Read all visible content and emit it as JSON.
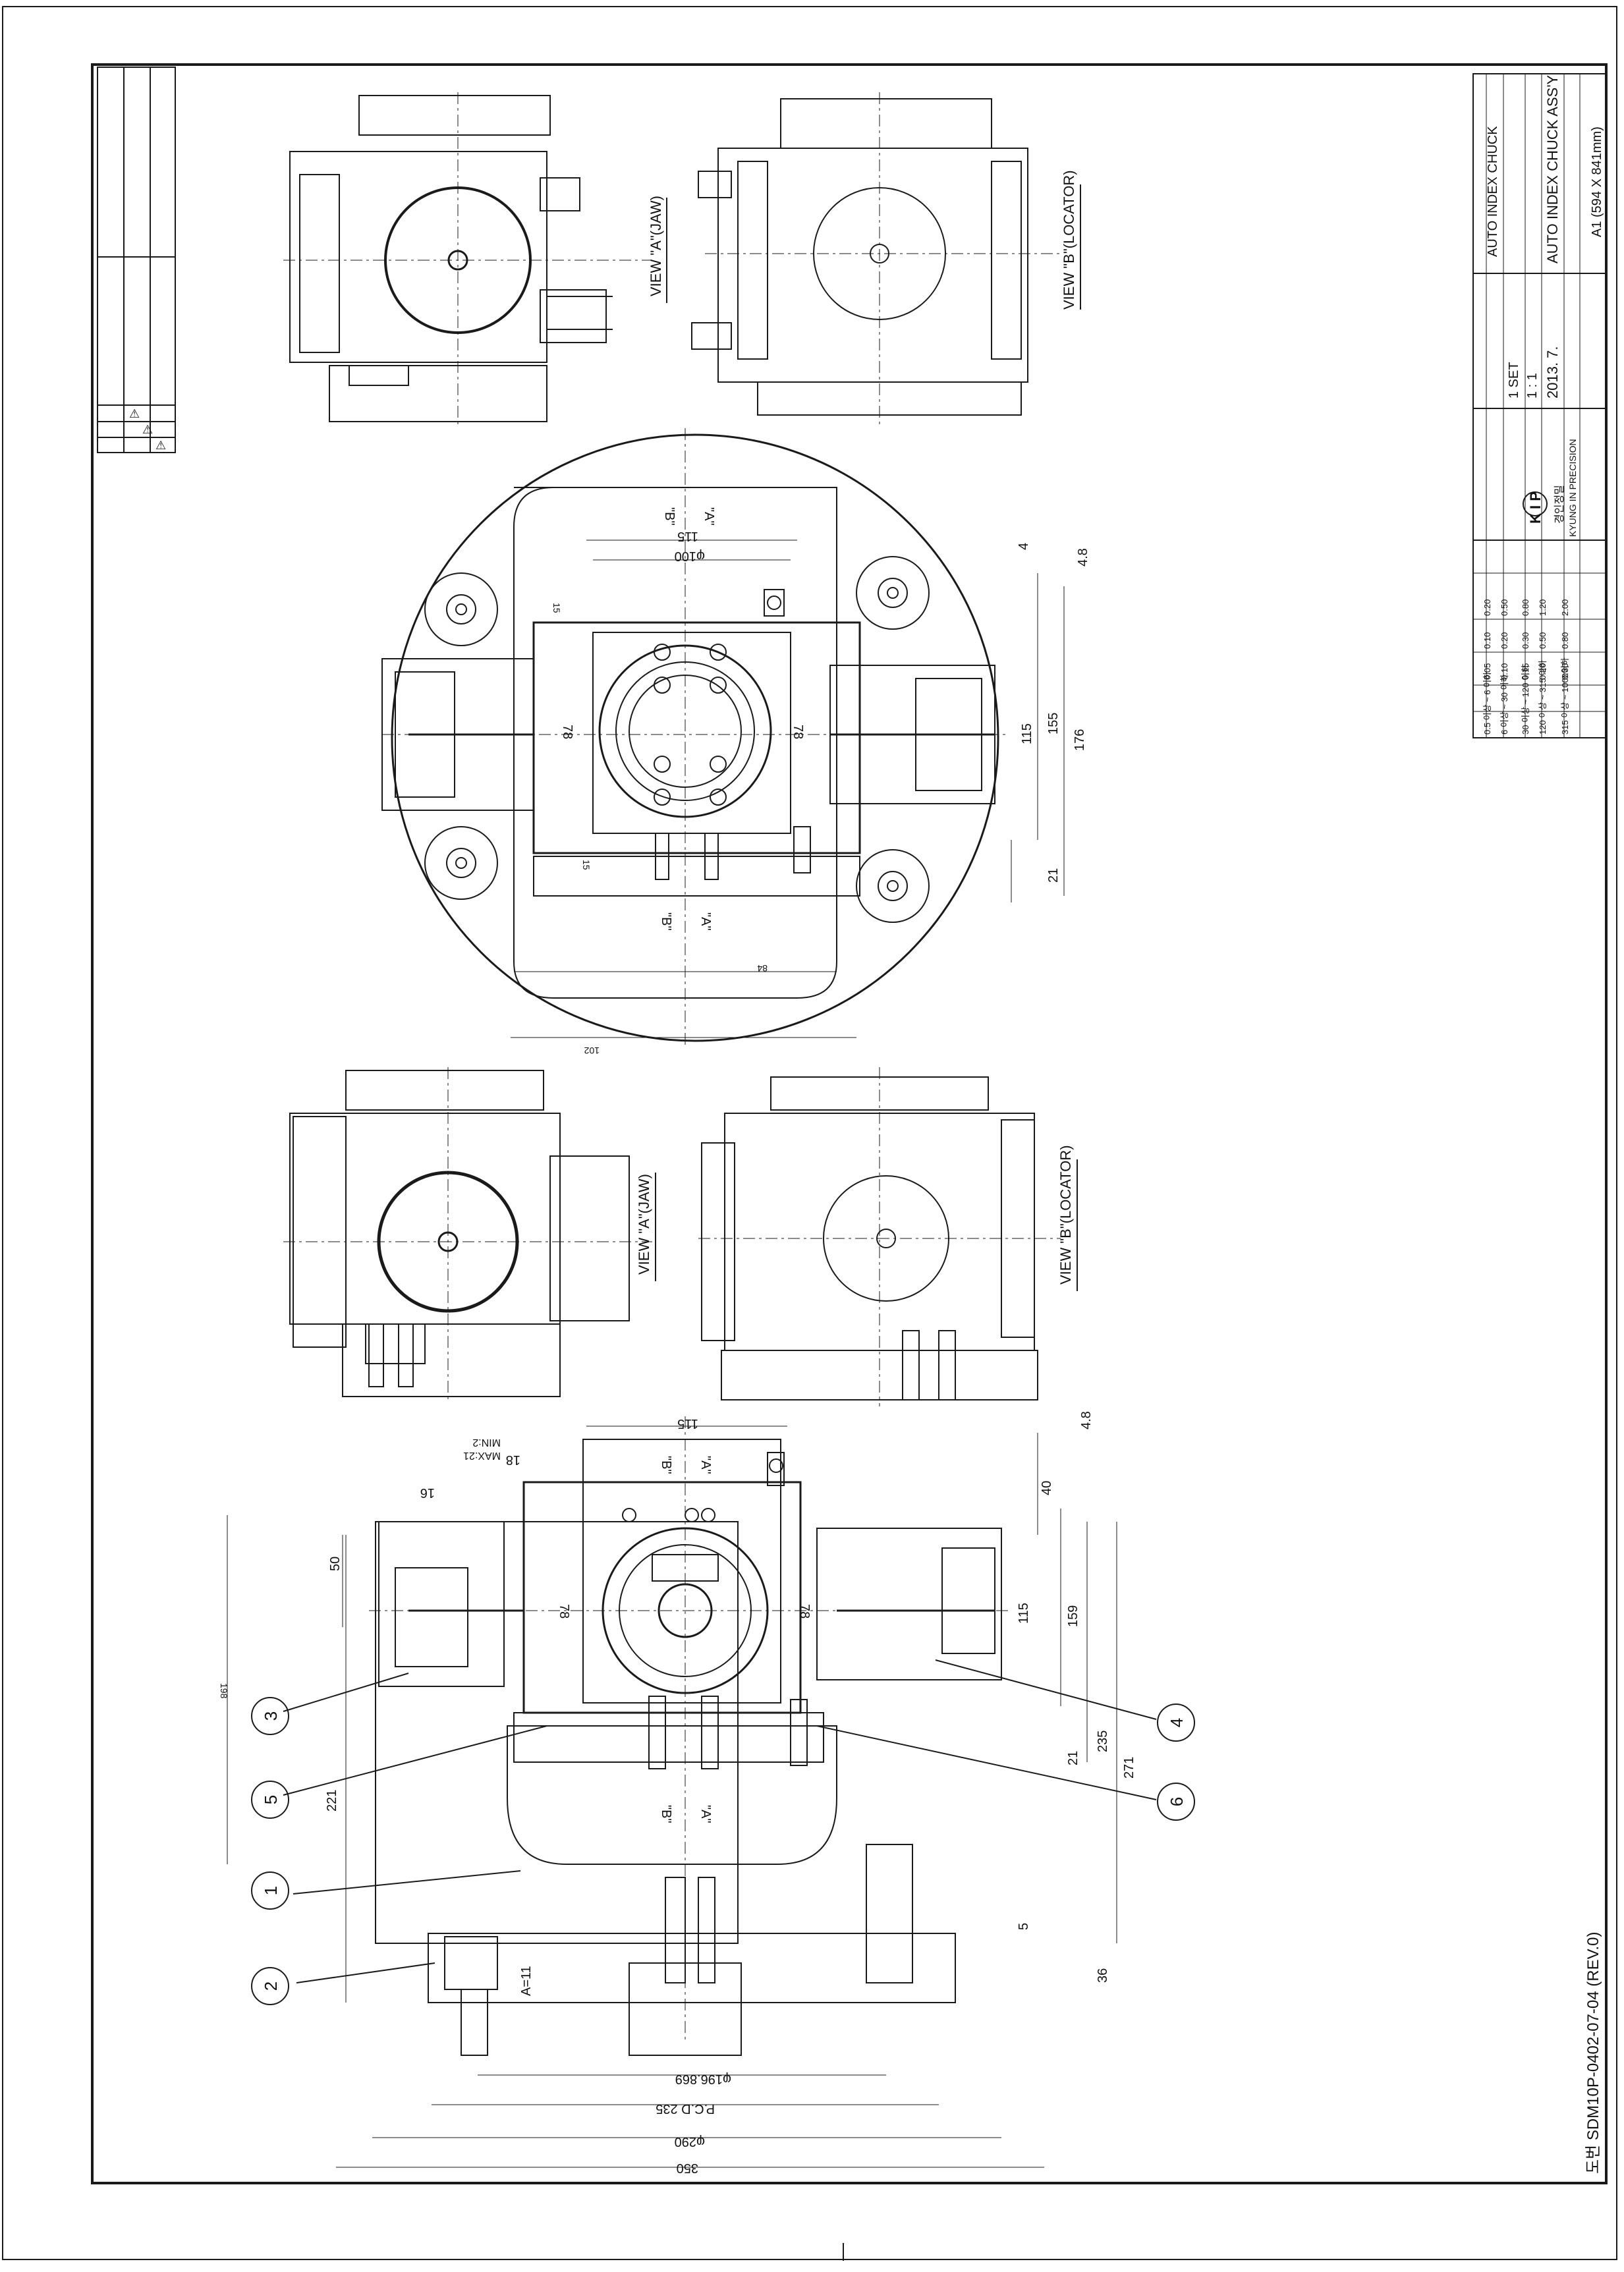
{
  "drawing": {
    "view_labels": {
      "view_a_top": "VIEW \"A\"(JAW)",
      "view_b_top": "VIEW \"B\"(LOCATOR)",
      "view_a_mid": "VIEW \"A\"(JAW)",
      "view_b_mid": "VIEW \"B\"(LOCATOR)"
    },
    "upper_plan": {
      "section_b_top": "\"B\"",
      "section_a_top": "\"A\"",
      "section_b_bottom": "\"B\"",
      "section_a_bottom": "\"A\"",
      "dim_115_top": "115",
      "dim_phi100": "φ100",
      "dim_4": "4",
      "dim_48": "4.8",
      "dim_155": "155",
      "dim_176": "176",
      "dim_115_side": "115",
      "dim_21": "21",
      "dim_78_left": "78",
      "dim_78_right": "78",
      "dim_15a": "15",
      "dim_15b": "15",
      "dim_84": "84",
      "dim_102": "102"
    },
    "lower_plan": {
      "dim_115_top": "115",
      "dim_48": "4.8",
      "dim_max": "MAX:21",
      "dim_min": "MIN:2",
      "dim_18": "18",
      "dim_16": "16",
      "section_b_top": "\"B\"",
      "section_a_top": "\"A\"",
      "dim_40": "40",
      "dim_50": "50",
      "dim_78_left": "78",
      "dim_78_right": "78",
      "dim_115_side": "115",
      "dim_159": "159",
      "dim_235": "235",
      "dim_21": "21",
      "dim_271": "271",
      "dim_198": "198",
      "dim_221": "221",
      "section_b_bottom": "\"B\"",
      "section_a_bottom": "\"A\"",
      "dim_5": "5",
      "dim_36": "36",
      "dim_a11": "A=11",
      "dim_phi196": "φ196.869",
      "dim_pcd": "P.C.D 235",
      "dim_phi290": "φ290",
      "dim_350": "350",
      "balloons": [
        "1",
        "2",
        "3",
        "4",
        "5",
        "6"
      ]
    }
  },
  "title_block": {
    "project": "AUTO INDEX CHUCK",
    "drawing_title": "AUTO INDEX CHUCK ASS'Y",
    "qty": "1 SET",
    "scale": "1 : 1",
    "date": "2013. 7.",
    "company_logo": "K I P",
    "company_korean": "경인정밀",
    "company_name": "KYUNG IN PRECISION",
    "sheet_size": "A1 (594 X 841mm)",
    "tolerance_rows": [
      [
        "0.5 이상 ~ 6 이하",
        "0.05",
        "0.10",
        "0.20"
      ],
      [
        "6 이상 ~ 30 이하",
        "0.10",
        "0.20",
        "0.50"
      ],
      [
        "30 이상 ~ 120 이하",
        "0.15",
        "0.30",
        "0.80"
      ],
      [
        "120 이상 ~ 315 이하",
        "0.20",
        "0.50",
        "1.20"
      ],
      [
        "315 이상 ~ 1000이하",
        "0.30",
        "0.80",
        "2.00"
      ]
    ],
    "revision_marks": [
      "⚠",
      "⚠",
      "⚠"
    ],
    "drawing_number": "도번 SDM10P-0402-07-04 (REV.0)"
  },
  "colors": {
    "line": "#1a1a1a",
    "paper": "#ffffff",
    "center": "#333333"
  }
}
